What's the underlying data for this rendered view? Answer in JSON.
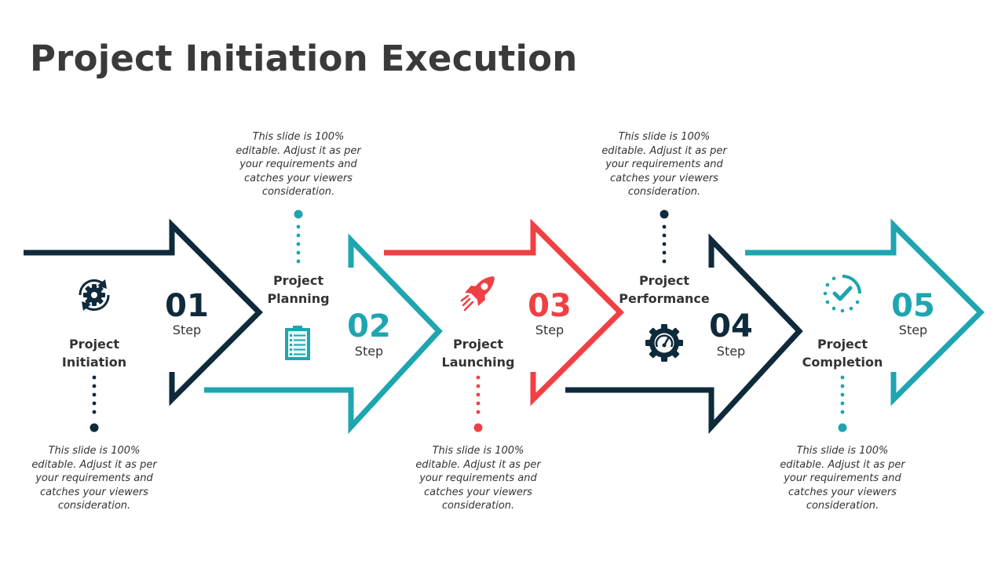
{
  "slide": {
    "title": "Project Initiation Execution"
  },
  "colors": {
    "navy": "#0e2a3b",
    "teal": "#1ea5b0",
    "red": "#ef4044",
    "text": "#333333",
    "title": "#3a3a3a"
  },
  "steps": [
    {
      "number": "01",
      "step_label": "Step",
      "name": "Project Initiation",
      "description": "This slide is 100% editable. Adjust it as per your requirements and catches your viewers consideration.",
      "icon": "gear-cycle-icon",
      "color": "#0e2a3b"
    },
    {
      "number": "02",
      "step_label": "Step",
      "name": "Project Planning",
      "description": "This slide is 100% editable. Adjust it as per your requirements and catches your viewers consideration.",
      "icon": "clipboard-checklist-icon",
      "color": "#1ea5b0"
    },
    {
      "number": "03",
      "step_label": "Step",
      "name": "Project Launching",
      "description": "This slide is 100% editable. Adjust it as per your requirements and catches your viewers consideration.",
      "icon": "rocket-icon",
      "color": "#ef4044"
    },
    {
      "number": "04",
      "step_label": "Step",
      "name": "Project Performance",
      "description": "This slide is 100% editable. Adjust it as per your requirements and catches your viewers consideration.",
      "icon": "gear-gauge-icon",
      "color": "#0e2a3b"
    },
    {
      "number": "05",
      "step_label": "Step",
      "name": "Project Completion",
      "description": "This slide is 100% editable. Adjust it as per your requirements and catches your viewers consideration.",
      "icon": "check-circle-icon",
      "color": "#1ea5b0"
    }
  ]
}
